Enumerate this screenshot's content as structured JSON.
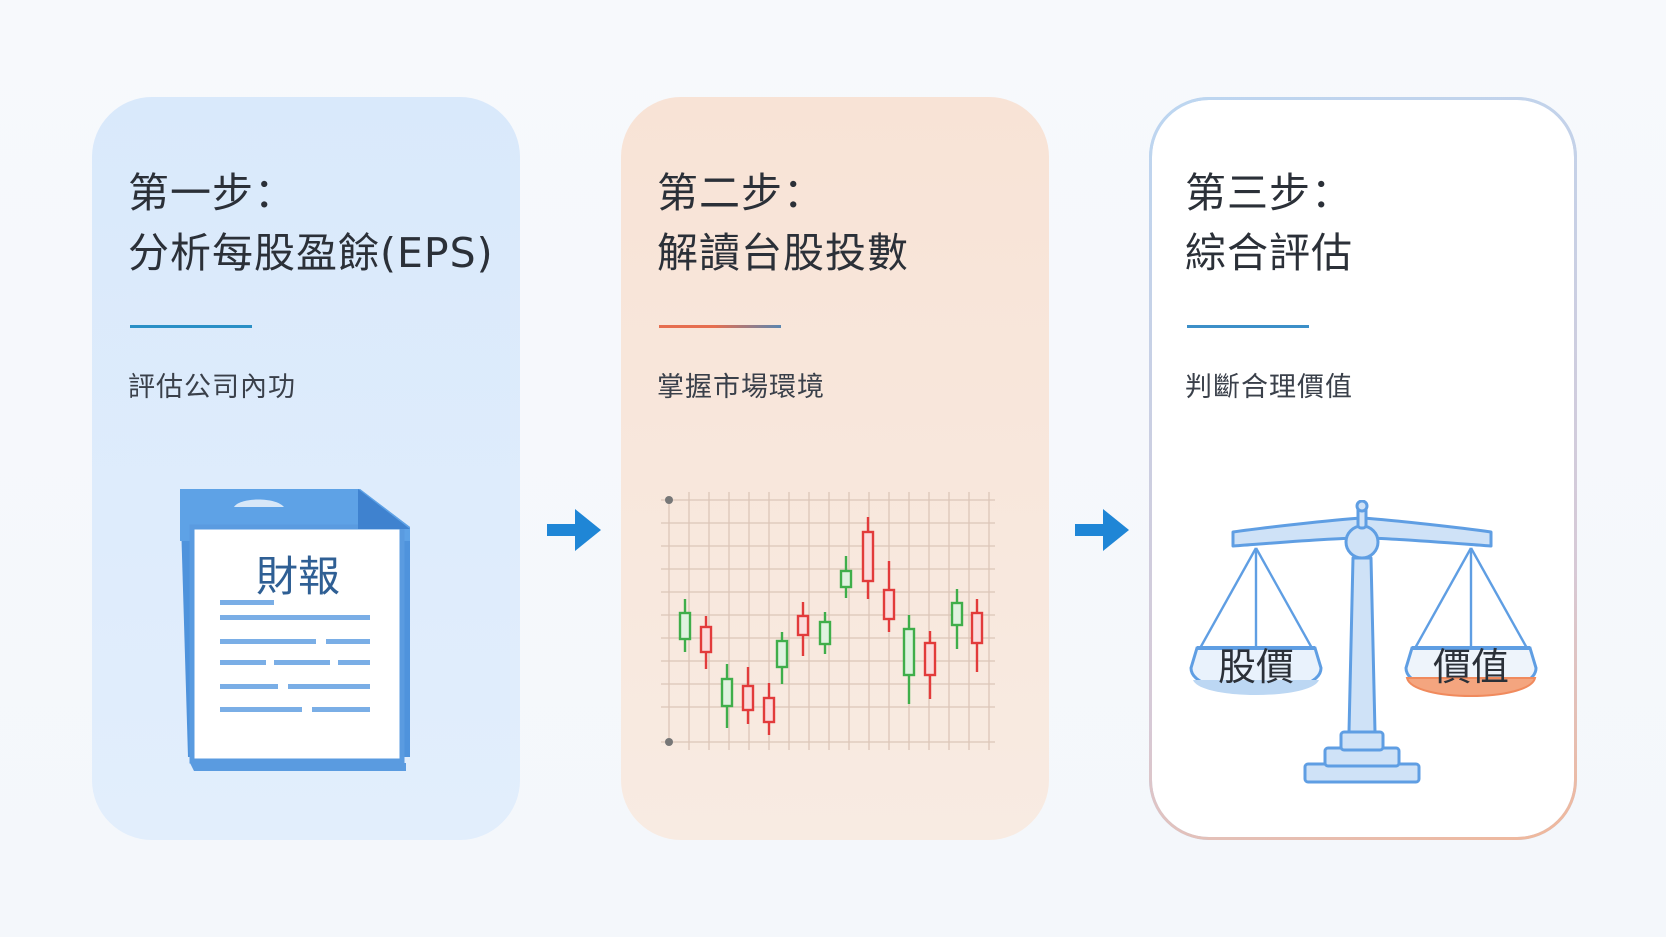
{
  "steps": [
    {
      "title": "第一步：\n分析每股盈餘(EPS)",
      "subtitle": "評估公司內功",
      "divider_color": "#2a8fc6",
      "illustration": {
        "icon": "document-icon",
        "label": "財報"
      }
    },
    {
      "title": "第二步：\n解讀台股投數",
      "subtitle": "掌握市場環境",
      "divider_color": "#e0704f",
      "illustration": {
        "icon": "candlestick-chart-icon"
      }
    },
    {
      "title": "第三步：\n綜合評估",
      "subtitle": "判斷合理價值",
      "divider_color": "#3c8fc8",
      "illustration": {
        "icon": "balance-scale-icon",
        "left_pan": "股價",
        "right_pan": "價值"
      }
    }
  ],
  "colors": {
    "arrow": "#1f86d6",
    "candle_up": "#3fae4a",
    "candle_down": "#e23b3b",
    "accent_orange": "#f08a5d",
    "accent_blue": "#5f9ee3"
  }
}
